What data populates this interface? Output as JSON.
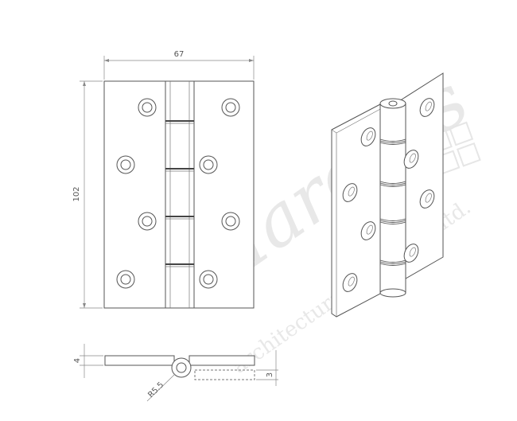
{
  "dimensions": {
    "width": "67",
    "height": "102",
    "leaf_thickness": "4",
    "offset": "3",
    "knuckle_radius": "R5.5"
  },
  "watermark": {
    "brand": "Marches",
    "tagline": "architectural hardware ltd."
  },
  "views": [
    "front",
    "isometric",
    "end"
  ]
}
